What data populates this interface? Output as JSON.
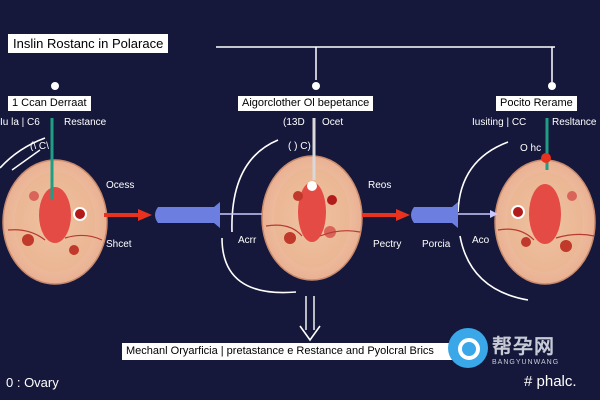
{
  "title": "Inslin Rostanc in Polarace",
  "stages": [
    {
      "header": "1 Ccan Derraat",
      "top_labels": [
        "Iu la | C6",
        "Restance"
      ],
      "mid_label": "(\\   C\\",
      "side_right": [
        "Ocess",
        "Shcet"
      ]
    },
    {
      "header": "Aigorclother Ol bepetance",
      "top_labels": [
        "(13D",
        "Ocet"
      ],
      "mid_label": "( )  C)",
      "side_left": "Acrr",
      "side_right": [
        "Reos",
        "Pectry",
        "Porcia"
      ]
    },
    {
      "header": "Pocito Rerame",
      "top_labels": [
        "Iusiting | CC",
        "Resltance"
      ],
      "mid_label": "O  hc",
      "side_left": "Aco"
    }
  ],
  "bottom_caption": "Mechanl Oryarficia | pretastance e Restance and Pyolcral Brics",
  "footer_left": "0 : Ovary",
  "footer_right": "# phalc.",
  "watermark": {
    "main": "帮孕网",
    "sub": "BANGYUNWANG"
  },
  "colors": {
    "background": "#15183a",
    "arrow_red": "#e8321e",
    "arrow_blue": "#6c7fe0",
    "organ_outer": "#f1c7a4",
    "organ_inner": "#e44b45",
    "teal": "#1f9e86"
  }
}
